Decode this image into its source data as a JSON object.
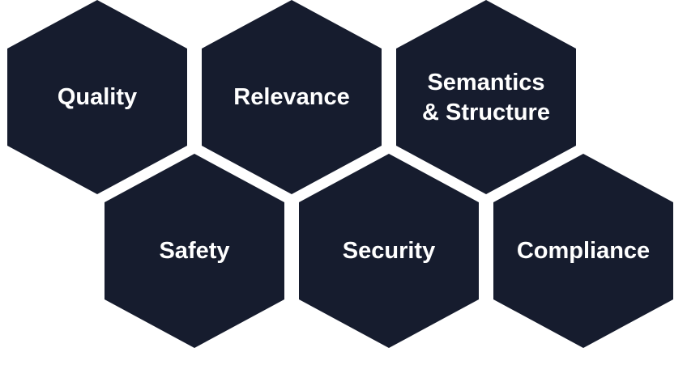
{
  "colors": {
    "hex_fill": "#161c2e",
    "label_text": "#ffffff",
    "background": "#ffffff"
  },
  "hexagons": [
    {
      "lines": [
        "Quality"
      ]
    },
    {
      "lines": [
        "Relevance"
      ]
    },
    {
      "lines": [
        "Semantics",
        "& Structure"
      ]
    },
    {
      "lines": [
        "Safety"
      ]
    },
    {
      "lines": [
        "Security"
      ]
    },
    {
      "lines": [
        "Compliance"
      ]
    }
  ]
}
